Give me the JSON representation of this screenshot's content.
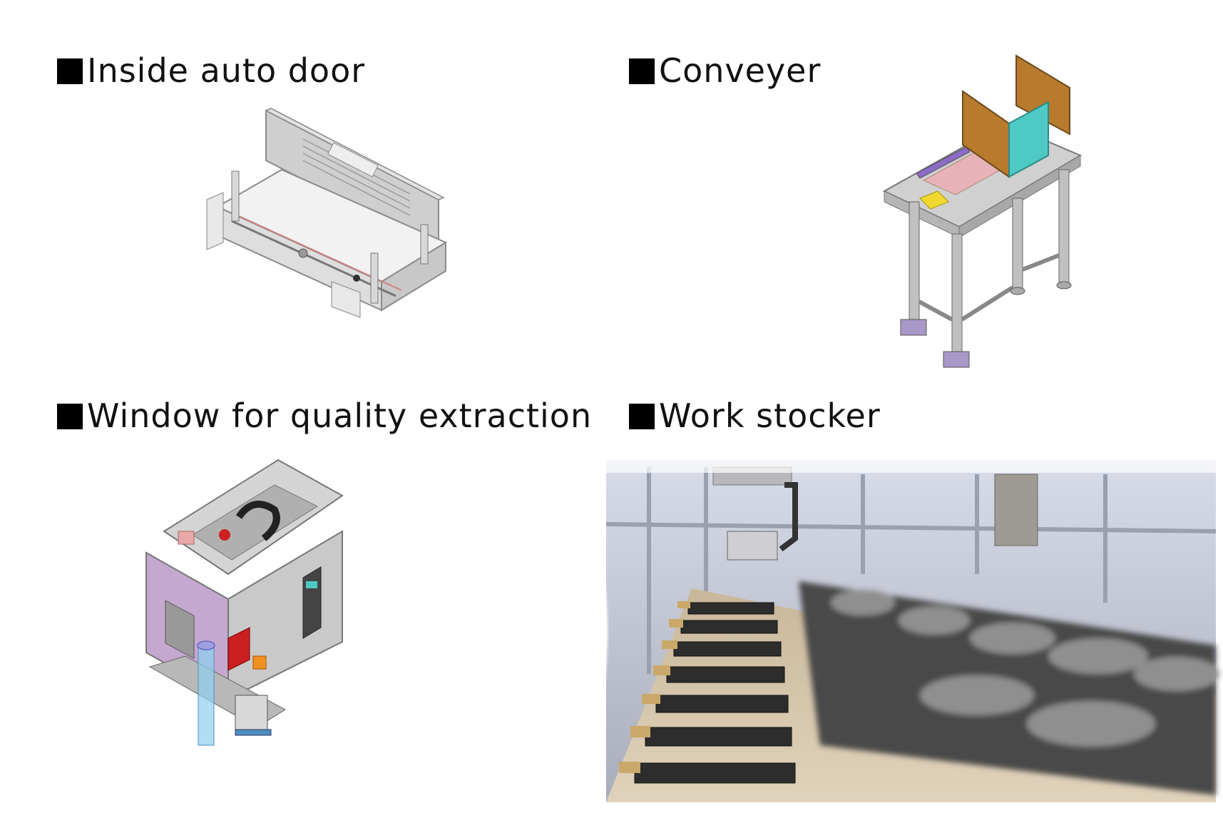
{
  "sections": [
    {
      "id": "inside-auto-door",
      "title": "Inside auto door",
      "illustration": "cad-automatic-door-icon"
    },
    {
      "id": "conveyer",
      "title": "Conveyer",
      "illustration": "cad-conveyer-table-icon"
    },
    {
      "id": "window-quality",
      "title": "Window for quality extraction",
      "illustration": "cad-machine-cabinet-icon"
    },
    {
      "id": "work-stocker",
      "title": "Work stocker",
      "illustration": "photo-work-stocker-rails"
    }
  ],
  "bullet_glyph": "■",
  "colors": {
    "bullet": "#000000",
    "cad_gray": "#bfbfbf",
    "panel_orange": "#b87a2c",
    "panel_cyan": "#4fc9c4",
    "cabinet_purple": "#c4a8cf",
    "accent_red": "#cc2020"
  }
}
